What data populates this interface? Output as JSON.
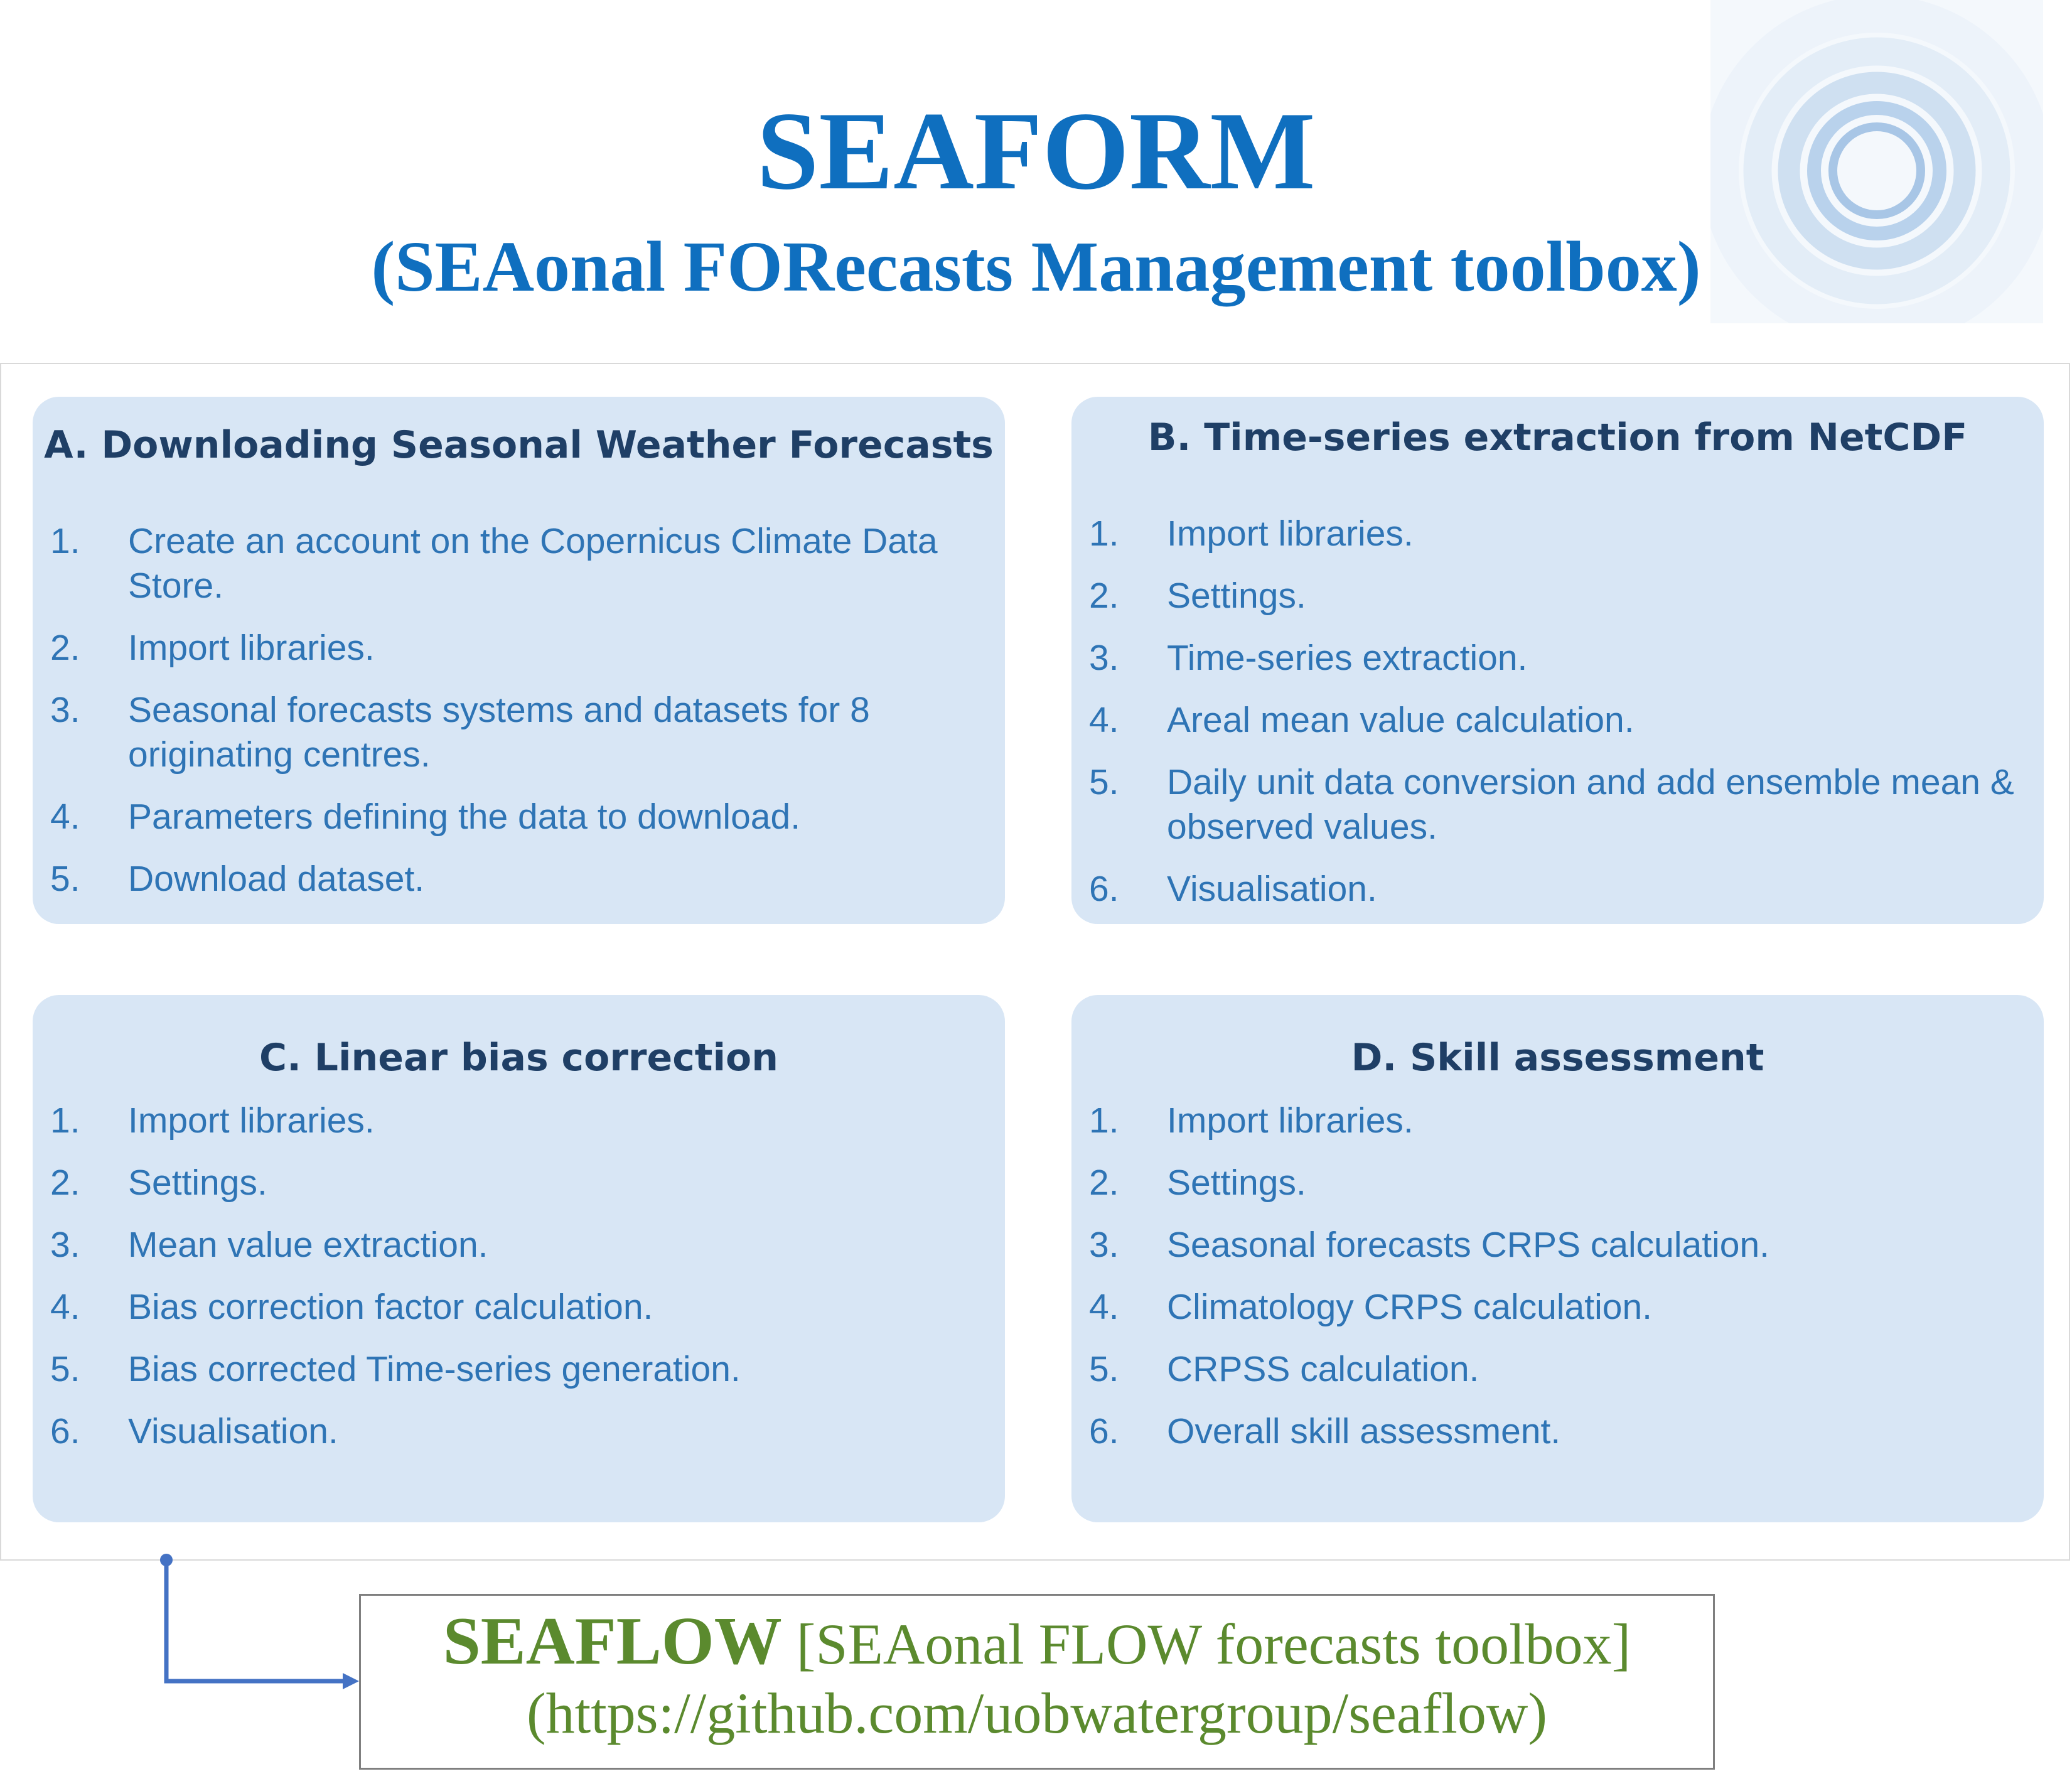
{
  "header": {
    "title": "SEAFORM",
    "subtitle": "(SEAonal FORecasts Management toolbox)",
    "logo_icon": "concentric-rings-logo"
  },
  "colors": {
    "title": "#0f6fbf",
    "box_fill": "#d8e6f5",
    "box_heading": "#1f3f66",
    "box_text": "#2e74b5",
    "seaflow_text": "#5b8a2e",
    "connector": "#4472c4"
  },
  "sections": [
    {
      "heading": "A. Downloading Seasonal Weather Forecasts",
      "steps": [
        {
          "num": "1.",
          "text": "Create an account on the Copernicus Climate Data Store."
        },
        {
          "num": "2.",
          "text": "Import libraries."
        },
        {
          "num": "3.",
          "text": "Seasonal forecasts systems and datasets for 8 originating centres."
        },
        {
          "num": "4.",
          "text": "Parameters defining the data to download."
        },
        {
          "num": "5.",
          "text": "Download dataset."
        }
      ]
    },
    {
      "heading": "B. Time-series extraction from NetCDF",
      "steps": [
        {
          "num": "1.",
          "text": "Import libraries."
        },
        {
          "num": "2.",
          "text": "Settings."
        },
        {
          "num": "3.",
          "text": "Time-series extraction."
        },
        {
          "num": "4.",
          "text": "Areal mean value calculation."
        },
        {
          "num": "5.",
          "text": "Daily unit data conversion and add ensemble mean & observed values."
        },
        {
          "num": "6.",
          "text": "Visualisation."
        }
      ]
    },
    {
      "heading": "C. Linear bias correction",
      "steps": [
        {
          "num": "1.",
          "text": "Import libraries."
        },
        {
          "num": "2.",
          "text": "Settings."
        },
        {
          "num": "3.",
          "text": "Mean value extraction."
        },
        {
          "num": "4.",
          "text": "Bias correction factor calculation."
        },
        {
          "num": "5.",
          "text": "Bias corrected Time-series generation."
        },
        {
          "num": "6.",
          "text": "Visualisation."
        }
      ]
    },
    {
      "heading": "D. Skill assessment",
      "steps": [
        {
          "num": "1.",
          "text": "Import libraries."
        },
        {
          "num": "2.",
          "text": "Settings."
        },
        {
          "num": "3.",
          "text": "Seasonal forecasts CRPS calculation."
        },
        {
          "num": "4.",
          "text": "Climatology CRPS calculation."
        },
        {
          "num": "5.",
          "text": "CRPSS calculation."
        },
        {
          "num": "6.",
          "text": "Overall skill assessment."
        }
      ]
    }
  ],
  "seaflow": {
    "name": "SEAFLOW",
    "description": "[SEAonal FLOW forecasts toolbox]",
    "link": "(https://github.com/uobwatergroup/seaflow)"
  }
}
